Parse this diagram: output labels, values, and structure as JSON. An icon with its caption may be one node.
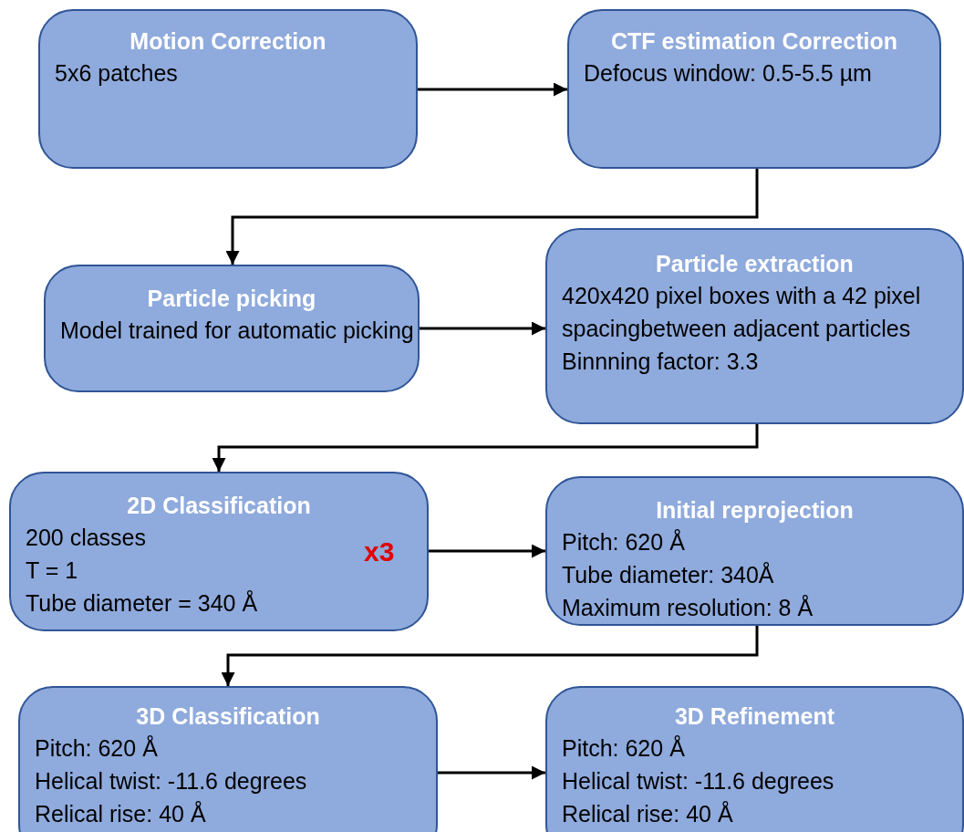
{
  "diagram": {
    "nodes": [
      {
        "text": [
          "Motion Correction",
          "5x6 patches"
        ]
      },
      {
        "text": [
          "CTF estimation Correction",
          "Defocus window: 0.5-5.5 µm"
        ]
      },
      {
        "text": [
          "Particle picking",
          "Model trained for automatic picking"
        ]
      },
      {
        "text": [
          "Particle extraction",
          "420x420 pixel boxes with a 42 pixel spacingbetween adjacent particles",
          "Binnning factor: 3.3"
        ]
      },
      {
        "text": [
          "2D Classification",
          "200 classes",
          "T = 1",
          "Tube diameter = 340 Å",
          "x3"
        ]
      },
      {
        "text": [
          "Initial reprojection",
          "Pitch: 620 Å",
          "Tube diameter: 340Å",
          "Maximum resolution: 8 Å"
        ]
      },
      {
        "text": [
          "3D Classification",
          "Pitch: 620 Å",
          "Helical twist: -11.6 degrees",
          "Relical rise: 40 Å"
        ]
      },
      {
        "text": [
          "3D Refinement",
          "Pitch: 620 Å",
          "Helical twist: -11.6 degrees",
          "Relical rise: 40 Å"
        ]
      }
    ],
    "edges": [
      {
        "from": 0,
        "to": 1,
        "arrow": "to"
      },
      {
        "from": 1,
        "to": 2,
        "arrow": "to"
      },
      {
        "from": 2,
        "to": 3,
        "arrow": "to"
      },
      {
        "from": 3,
        "to": 4,
        "arrow": "to"
      },
      {
        "from": 4,
        "to": 5,
        "arrow": "to"
      },
      {
        "from": 5,
        "to": 6,
        "arrow": "to"
      },
      {
        "from": 6,
        "to": 7,
        "arrow": "to"
      }
    ]
  }
}
